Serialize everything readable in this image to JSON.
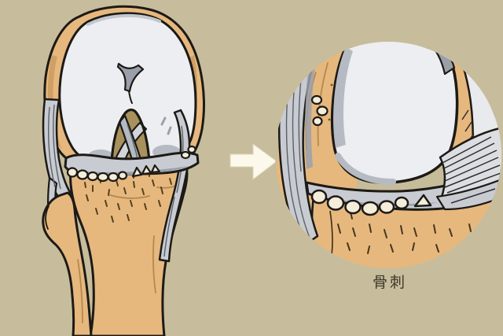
{
  "labels": {
    "bone_spur": "骨刺"
  },
  "arrow": {
    "name": "right-arrow",
    "direction": "right"
  },
  "colors": {
    "background": "#c7bd9c",
    "bone": "#e6b87e",
    "bone_shadow": "#cf9f63",
    "cartilage": "#edeef1",
    "cartilage_shadow": "#b6bbc3",
    "ligament": "#c8ccd2",
    "ligament_shadow": "#9aa0aa",
    "outline": "#1c1a16",
    "bone_spur_bump": "#f4edda",
    "arrow_fill": "#fcf9ec",
    "label_text": "#3c362a"
  }
}
